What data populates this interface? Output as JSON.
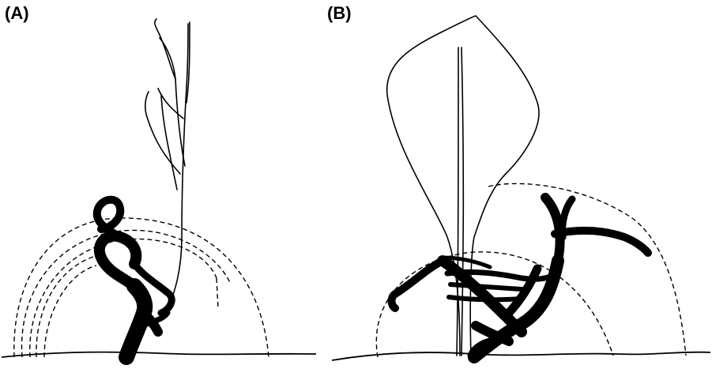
{
  "panels": [
    {
      "id": "A",
      "label": "(A)"
    },
    {
      "id": "B",
      "label": "(B)"
    }
  ]
}
